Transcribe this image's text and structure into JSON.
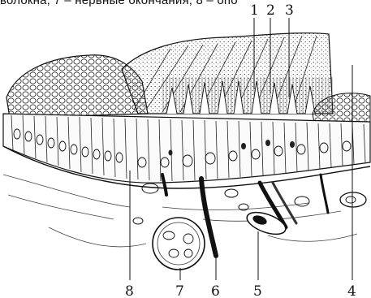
{
  "caption": "волокна; 7 – нервные окончания; 8 – опо",
  "labels": {
    "l1": "1",
    "l2": "2",
    "l3": "3",
    "l4": "4",
    "l5": "5",
    "l6": "6",
    "l7": "7",
    "l8": "8"
  }
}
